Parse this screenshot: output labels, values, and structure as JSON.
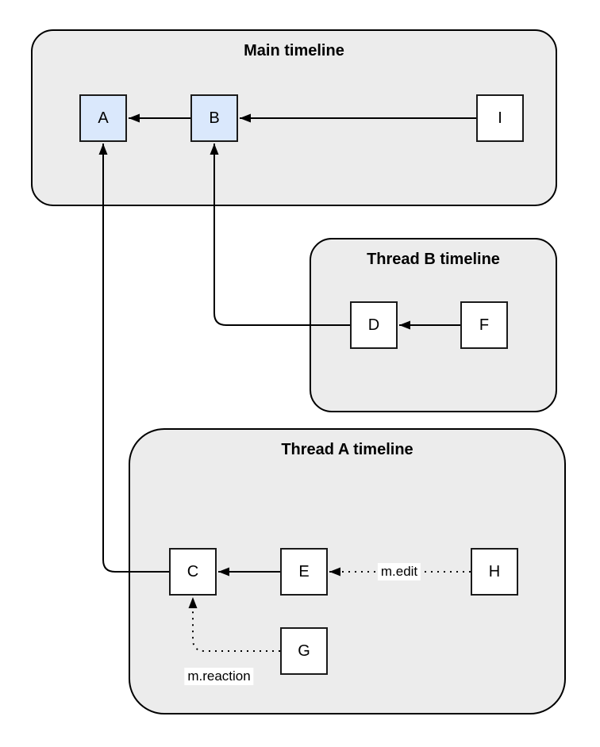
{
  "page": {
    "background": "#ffffff",
    "description": "Event timeline diagram with three rounded containers and lettered event nodes connected by arrows"
  },
  "colors": {
    "container_fill": "#ececec",
    "container_border": "#000000",
    "node_fill_default": "#ffffff",
    "node_fill_highlight": "#dae8fc",
    "node_border": "#1a1a1a",
    "edge_color": "#000000",
    "edge_label_background": "#ffffff"
  },
  "containers": {
    "main": {
      "title": "Main timeline"
    },
    "thread_b": {
      "title": "Thread B timeline"
    },
    "thread_a": {
      "title": "Thread A timeline"
    }
  },
  "nodes": {
    "a": {
      "label": "A",
      "container": "Main timeline",
      "highlighted": true
    },
    "b": {
      "label": "B",
      "container": "Main timeline",
      "highlighted": true
    },
    "i": {
      "label": "I",
      "container": "Main timeline",
      "highlighted": false
    },
    "d": {
      "label": "D",
      "container": "Thread B timeline",
      "highlighted": false
    },
    "f": {
      "label": "F",
      "container": "Thread B timeline",
      "highlighted": false
    },
    "c": {
      "label": "C",
      "container": "Thread A timeline",
      "highlighted": false
    },
    "e": {
      "label": "E",
      "container": "Thread A timeline",
      "highlighted": false
    },
    "h": {
      "label": "H",
      "container": "Thread A timeline",
      "highlighted": false
    },
    "g": {
      "label": "G",
      "container": "Thread A timeline",
      "highlighted": false
    }
  },
  "edges": [
    {
      "from": "B",
      "to": "A",
      "style": "solid",
      "label": ""
    },
    {
      "from": "I",
      "to": "B",
      "style": "solid",
      "label": ""
    },
    {
      "from": "F",
      "to": "D",
      "style": "solid",
      "label": ""
    },
    {
      "from": "D",
      "to": "B",
      "style": "solid",
      "label": ""
    },
    {
      "from": "E",
      "to": "C",
      "style": "solid",
      "label": ""
    },
    {
      "from": "C",
      "to": "A",
      "style": "solid",
      "label": ""
    },
    {
      "from": "H",
      "to": "E",
      "style": "dotted",
      "label": "m.edit"
    },
    {
      "from": "G",
      "to": "C",
      "style": "dotted",
      "label": "m.reaction"
    }
  ],
  "edge_labels": {
    "edit": "m.edit",
    "reaction": "m.reaction"
  }
}
